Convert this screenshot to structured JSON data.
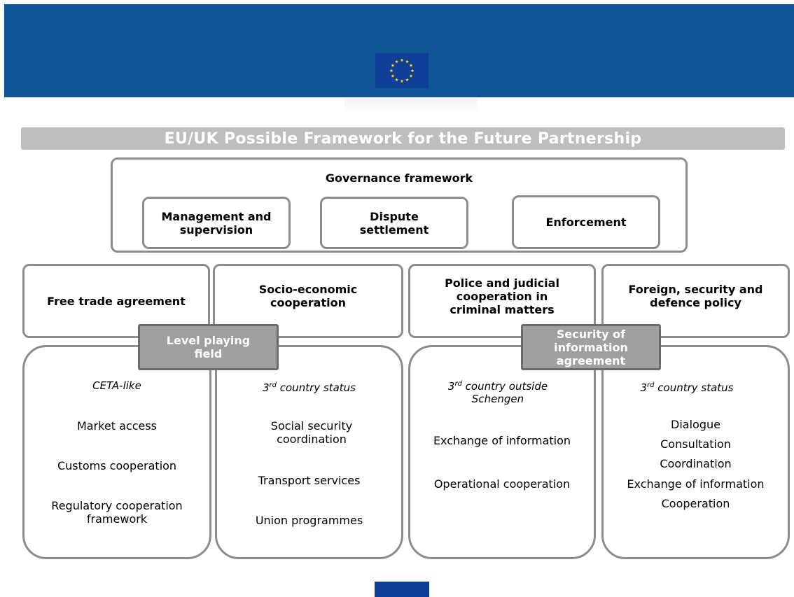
{
  "title": "EU/UK Possible Framework for the Future Partnership",
  "governance": {
    "title": "Governance framework",
    "boxes": [
      "Management and supervision",
      "Dispute settlement",
      "Enforcement"
    ]
  },
  "pillars": [
    "Free trade agreement",
    "Socio-economic cooperation",
    "Police and judicial cooperation in criminal matters",
    "Foreign, security and defence policy"
  ],
  "overlays": {
    "level_playing_field": "Level playing field",
    "security_of_information": "Security of information agreement"
  },
  "columns": {
    "trade": {
      "status": "CETA-like",
      "items": [
        "Market access",
        "Customs cooperation",
        "Regulatory cooperation framework"
      ]
    },
    "socio": {
      "status_num": "3",
      "status_sup": "rd",
      "status_rest": " country status",
      "items": [
        "Social security coordination",
        "Transport services",
        "Union programmes"
      ]
    },
    "police": {
      "status_num": "3",
      "status_sup": "rd",
      "status_rest": " country outside Schengen",
      "items": [
        "Exchange of information",
        "Operational cooperation"
      ]
    },
    "foreign": {
      "status_num": "3",
      "status_sup": "rd",
      "status_rest": " country status",
      "items": [
        "Dialogue",
        "Consultation",
        "Coordination",
        "Exchange of information",
        "Cooperation"
      ]
    }
  },
  "colors": {
    "banner": "#0f5495",
    "flag": "#103f9a",
    "stars": "#ffdd00",
    "box_border": "#8c8c8c",
    "overlay_fill": "#9f9f9f",
    "title_bar": "#bebebe"
  },
  "icons": {
    "flag": "eu-flag-icon"
  }
}
